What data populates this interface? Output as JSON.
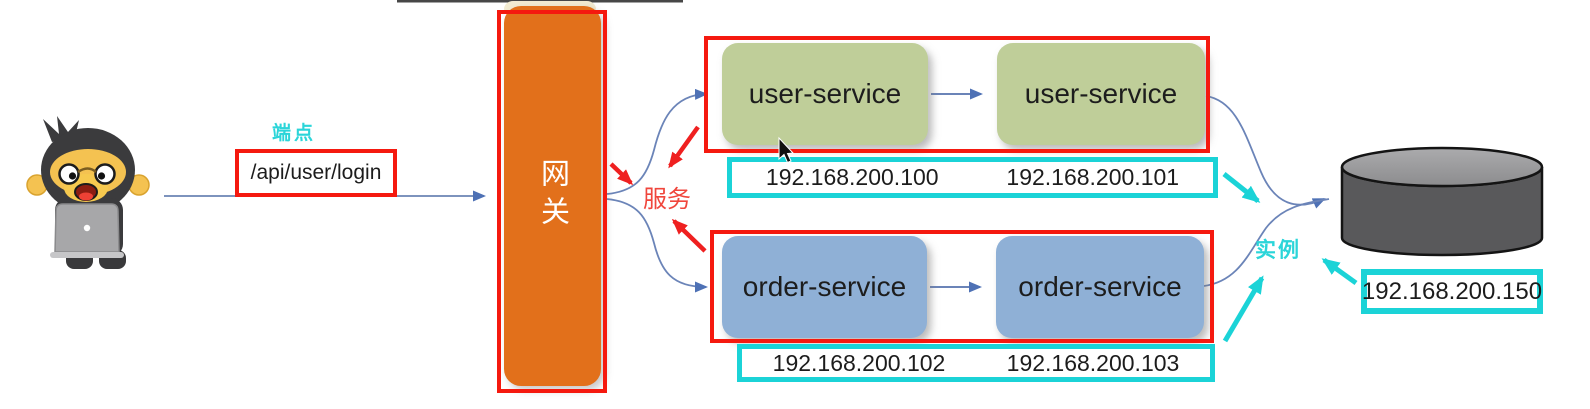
{
  "diagram": {
    "client": {
      "icon": "monkey-developer-icon"
    },
    "endpoint": {
      "tag": "端点",
      "path": "/api/user/login"
    },
    "gateway": {
      "label": "网关"
    },
    "service_tag": "服务",
    "instance_tag": "实例",
    "user_service": {
      "nodes": [
        {
          "name": "user-service",
          "ip": "192.168.200.100"
        },
        {
          "name": "user-service",
          "ip": "192.168.200.101"
        }
      ]
    },
    "order_service": {
      "nodes": [
        {
          "name": "order-service",
          "ip": "192.168.200.102"
        },
        {
          "name": "order-service",
          "ip": "192.168.200.103"
        }
      ]
    },
    "database": {
      "icon": "database-cylinder-icon",
      "ip": "192.168.200.150"
    },
    "cursor": {
      "icon": "mouse-cursor-icon"
    }
  },
  "colors": {
    "highlight_red": "#f5190f",
    "highlight_cyan": "#1bd3d7",
    "gateway_orange": "#e2701b",
    "service_green": "#bfce99",
    "service_blue": "#8fb0d6",
    "connector_blue": "#6b84b8",
    "annotation_red": "#ef2020",
    "database_gray": "#59595b"
  }
}
